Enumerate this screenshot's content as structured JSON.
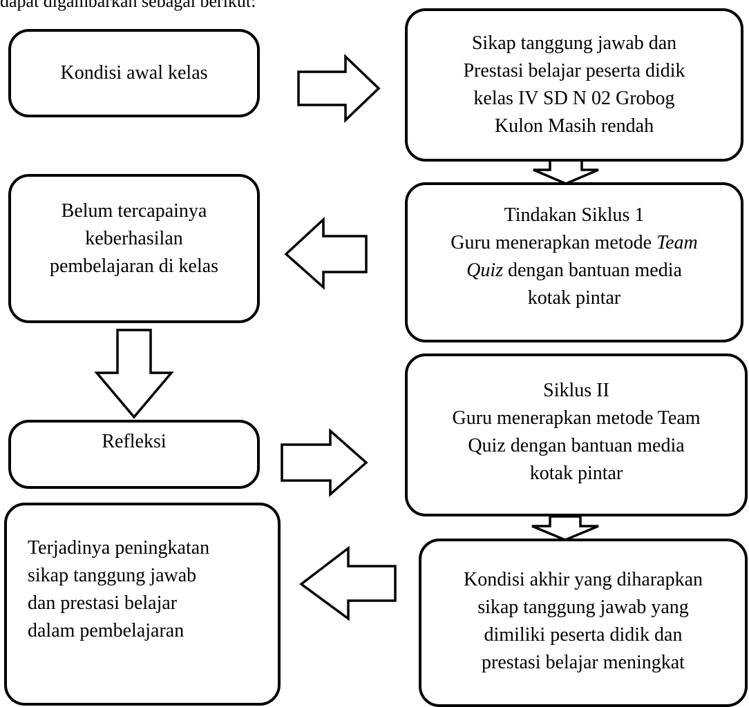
{
  "header": {
    "cut_line": "dapat digambarkan sebagai berikut:"
  },
  "boxes": {
    "kondisi_awal": {
      "lines": [
        "Kondisi awal kelas"
      ]
    },
    "sikap_rendah": {
      "lines": [
        "Sikap tanggung jawab  dan",
        "Prestasi belajar peserta didik",
        "kelas IV SD N 02 Grobog",
        "Kulon Masih rendah"
      ]
    },
    "belum_tercapai": {
      "lines": [
        "Belum tercapainya",
        "keberhasilan",
        "pembelajaran di kelas"
      ]
    },
    "siklus_1": {
      "lines": [
        "Tindakan Siklus 1",
        "Guru menerapkan metode ",
        "Quiz",
        " dengan bantuan media",
        "kotak pintar"
      ],
      "italic": [
        "Team",
        "Quiz"
      ],
      "l2_italic": "Team"
    },
    "refleksi": {
      "lines": [
        "Refleksi"
      ]
    },
    "siklus_2": {
      "lines": [
        "Siklus II",
        "Guru menerapkan metode Team",
        "Quiz dengan bantuan media",
        "kotak pintar"
      ]
    },
    "terjadinya": {
      "lines": [
        "Terjadinya peningkatan",
        "sikap tanggung jawab",
        "dan prestasi belajar",
        "dalam pembelajaran"
      ]
    },
    "kondisi_akhir": {
      "lines": [
        "Kondisi akhir yang diharapkan",
        "sikap tanggung jawab yang",
        "dimiliki peserta didik dan",
        "prestasi belajar meningkat"
      ]
    }
  }
}
